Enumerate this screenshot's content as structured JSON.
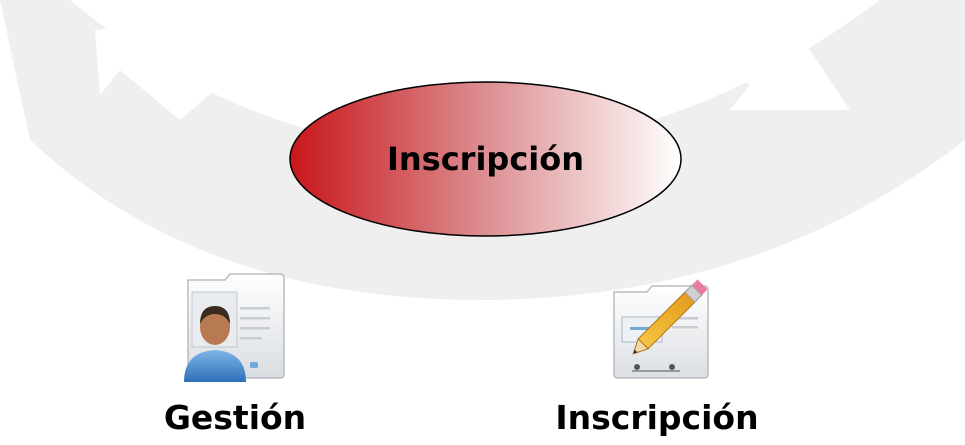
{
  "hero": {
    "label": "Inscripción",
    "colors": {
      "fill_start": "#c8161b",
      "fill_end": "#ffffff",
      "stroke": "#000000"
    }
  },
  "tiles": [
    {
      "label": "Gestión",
      "icon": "user-card-icon"
    },
    {
      "label": "Inscripción",
      "icon": "edit-form-icon"
    }
  ],
  "background": {
    "icon": "circular-arrows",
    "color": "#e6e6e6"
  }
}
